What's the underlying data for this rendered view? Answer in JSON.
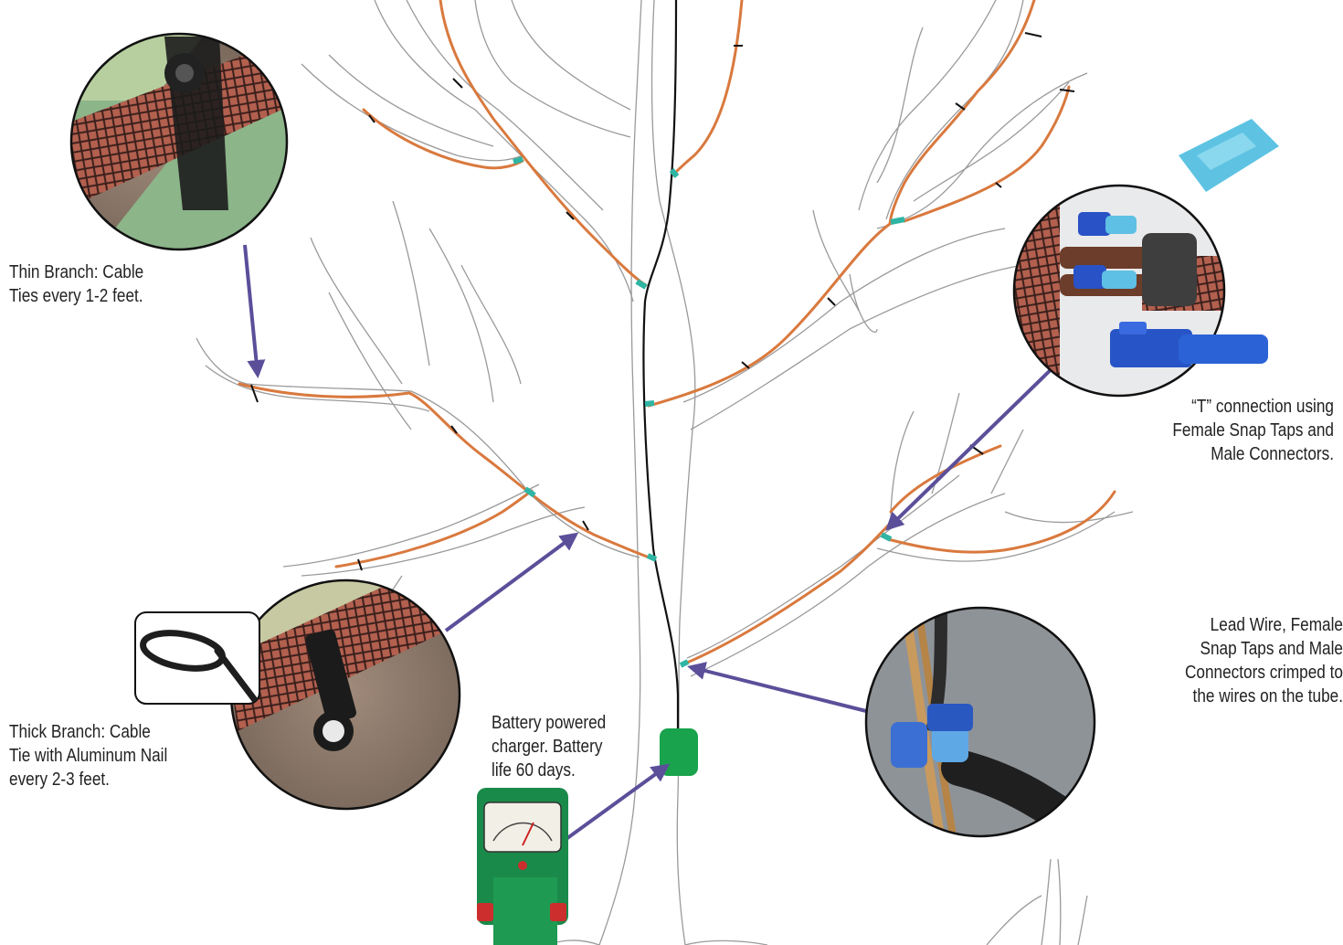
{
  "captions": {
    "thin_branch": "Thin Branch: Cable\nTies every 1-2 feet.",
    "thick_branch": "Thick Branch: Cable\nTie with Aluminum Nail\nevery 2-3 feet.",
    "battery": "Battery powered\ncharger. Battery\nlife 60 days.",
    "t_connection": "“T” connection using\nFemale Snap Taps and\nMale Connectors.",
    "lead_wire": "Lead Wire, Female\nSnap Taps and Male\nConnectors crimped to\nthe wires on the tube."
  },
  "colors": {
    "tree_outline": "#9a9a9a",
    "tube": "#d9793e",
    "lead_wire": "#111111",
    "connector": "#2fb5a4",
    "arrow": "#5b4f9a",
    "charger": "#18a34c",
    "callout_border": "#111111"
  }
}
